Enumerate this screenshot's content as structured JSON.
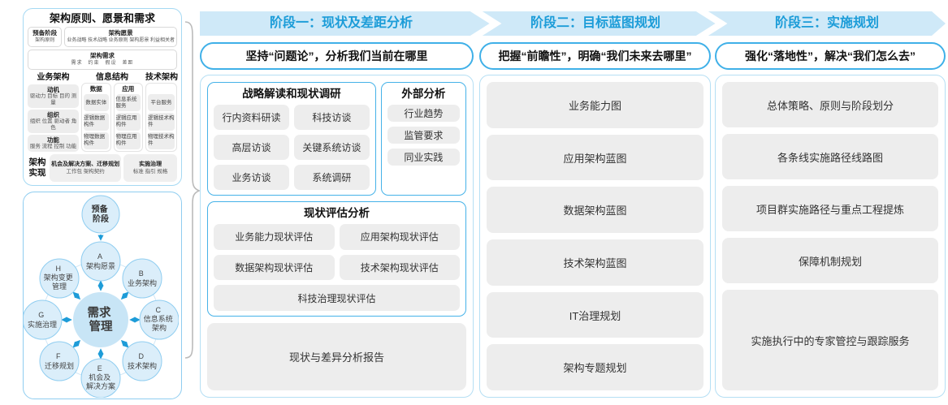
{
  "colors": {
    "accent_blue": "#1b9cd8",
    "band_bg": "#cfe9f8",
    "box_border_blue": "#3fb0e8",
    "panel_border_blue": "#b5dff4",
    "grey_box": "#ededed",
    "circle_fill": "#dbeefa",
    "circle_stroke": "#8fcdf0",
    "arrow_blue": "#1e9cd8"
  },
  "left": {
    "principles": {
      "title": "架构原则、愿景和需求",
      "prep": {
        "line1": "预备阶段",
        "line2": "架构原则"
      },
      "vision": {
        "title": "架构愿景",
        "items": "业务战略 技术战略 业务原则 架构愿景 利益相关者"
      },
      "requirements": {
        "title": "架构需求",
        "items": "需求　约束　假设　差距"
      },
      "business": {
        "header": "业务架构",
        "boxes": [
          {
            "title": "动机",
            "items": "驱动力 目标 目的 测量"
          },
          {
            "title": "组织",
            "items": "组织 位置 驱动者 角色"
          },
          {
            "title": "功能",
            "items": "服务 流程 控制 功能"
          }
        ]
      },
      "information": {
        "header": "信息结构",
        "data_col": {
          "header": "数据",
          "boxes": [
            "数据实体",
            "逻辑数据构件",
            "物理数据构件"
          ]
        },
        "app_col": {
          "header": "应用",
          "boxes": [
            "信息系统服务",
            "逻辑应用构件",
            "物理应用构件"
          ]
        }
      },
      "technology": {
        "header": "技术架构",
        "boxes": [
          "平台服务",
          "逻辑技术构件",
          "物理技术构件"
        ]
      },
      "realization": {
        "label": "架构实现",
        "box1": {
          "title": "机会及解决方案、迁移规划",
          "items": "工作包 架构契约"
        },
        "box2": {
          "title": "实施治理",
          "items": "标准 指引 规格"
        }
      }
    },
    "adm": {
      "circles": {
        "prep": [
          "预备",
          "阶段"
        ],
        "a": [
          "A",
          "架构愿景"
        ],
        "b": [
          "B",
          "业务架构"
        ],
        "c": [
          "C",
          "信息系统",
          "架构"
        ],
        "d": [
          "D",
          "技术架构"
        ],
        "e": [
          "E",
          "机会及",
          "解决方案"
        ],
        "f": [
          "F",
          "迁移规划"
        ],
        "g": [
          "G",
          "实施治理"
        ],
        "h": [
          "H",
          "架构变更",
          "管理"
        ],
        "center": [
          "需求",
          "管理"
        ]
      }
    }
  },
  "phases": {
    "p1": {
      "title": "阶段一：现状及差距分析",
      "subtitle": "坚持“问题论”，分析我们当前在哪里",
      "research": {
        "title": "战略解读和现状调研",
        "items": [
          "行内资料研读",
          "科技访谈",
          "高层访谈",
          "关键系统访谈",
          "业务访谈",
          "系统调研"
        ]
      },
      "external": {
        "title": "外部分析",
        "items": [
          "行业趋势",
          "监管要求",
          "同业实践"
        ]
      },
      "assessment": {
        "title": "现状评估分析",
        "items": [
          "业务能力现状评估",
          "应用架构现状评估",
          "数据架构现状评估",
          "技术架构现状评估",
          "科技治理现状评估"
        ]
      },
      "report": "现状与差异分析报告"
    },
    "p2": {
      "title": "阶段二：目标蓝图规划",
      "subtitle": "把握“前瞻性”，明确“我们未来去哪里”",
      "items": [
        "业务能力图",
        "应用架构蓝图",
        "数据架构蓝图",
        "技术架构蓝图",
        "IT治理规划",
        "架构专题规划"
      ]
    },
    "p3": {
      "title": "阶段三：实施规划",
      "subtitle": "强化“落地性”，解决“我们怎么去”",
      "items": [
        "总体策略、原则与阶段划分",
        "各条线实施路径线路图",
        "项目群实施路径与重点工程提炼",
        "保障机制规划",
        "实施执行中的专家管控与跟踪服务"
      ]
    }
  }
}
